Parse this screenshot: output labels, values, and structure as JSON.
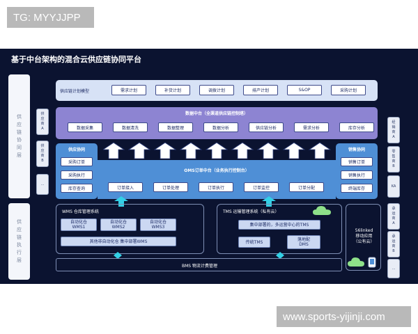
{
  "watermark_top": "TG: MYYJJPP",
  "watermark_bottom": "www.sports-yijinji.com",
  "title": "基于中台架构的混合云供应链协同平台",
  "left_column": {
    "top_label": "供应链协同层",
    "bottom_label": "供应链执行层",
    "suppliers_top": [
      "供应商A",
      "供应商B",
      "..."
    ],
    "suppliers_bottom": []
  },
  "right_column": {
    "top": [
      "经销商A",
      "零售商B",
      "KA"
    ],
    "bottom": [
      "承运商A",
      "承运商B",
      "..."
    ]
  },
  "planning": {
    "label": "供应链计划模型",
    "items": [
      "需求计划",
      "补货计划",
      "调拨计划",
      "排产计划",
      "S&OP",
      "采购计划"
    ]
  },
  "data_center": {
    "title": "数据中台（全渠道供应链控制塔）",
    "items": [
      "数据采集",
      "数据清洗",
      "数据整理",
      "数据分析",
      "供应链分析",
      "需求分析",
      "库存分析"
    ]
  },
  "supply_collab": {
    "title": "供应协同",
    "items": [
      "采购订单",
      "采购执行",
      "库存查询"
    ]
  },
  "sales_collab": {
    "title": "销售协同",
    "items": [
      "销售订单",
      "销售执行",
      "终端库存"
    ]
  },
  "oms": {
    "title": "OMS订单中台（业务执行控制台）",
    "items": [
      "订单接入",
      "订单处理",
      "订单执行",
      "订单监控",
      "订单分配"
    ]
  },
  "wms": {
    "title": "WMS 仓库管理系统",
    "items": [
      "自动化仓\nWMS1",
      "自动化仓\nWMS2",
      "自动化仓\nWMS3"
    ],
    "wide": "其他非自动化仓 集中部署WMS"
  },
  "tms": {
    "title": "TMS 运输管理系统（私有云）",
    "center": "集中部署的，多运营中心的TMS",
    "left": "传统TMS",
    "right": "落地配\nDMS"
  },
  "mobile": {
    "label": "56linked\n移动应用\n（公有云）"
  },
  "bms": {
    "label": "BMS 物流计费管理"
  },
  "colors": {
    "panel_bg": "#0b1330",
    "planning_band": "#d7e2f6",
    "data_band": "#8d84d2",
    "oms_band": "#4f8fd6",
    "arrow_cyan": "#33d0e6"
  }
}
